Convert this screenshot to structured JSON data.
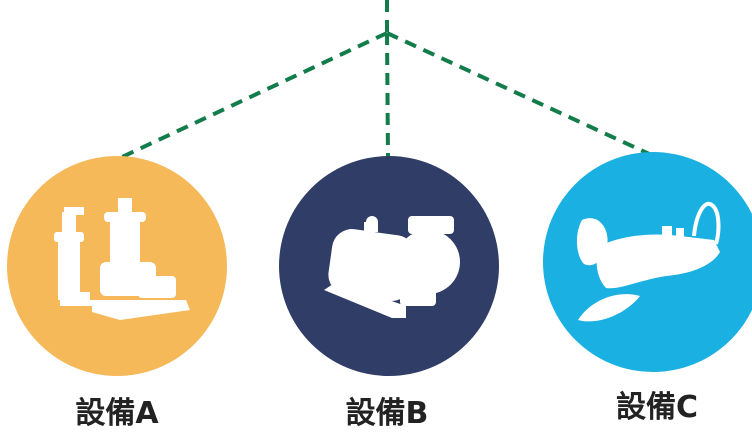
{
  "colors": {
    "connector": "#127d4a",
    "equipment_a": "#f5b95a",
    "equipment_b": "#303d66",
    "equipment_c": "#1ab0e1",
    "icon": "#ffffff"
  },
  "equipment": [
    {
      "label": "設備A",
      "icon": "blower-icon"
    },
    {
      "label": "設備B",
      "icon": "pump-icon"
    },
    {
      "label": "設備C",
      "icon": "submersible-mixer-icon"
    }
  ]
}
